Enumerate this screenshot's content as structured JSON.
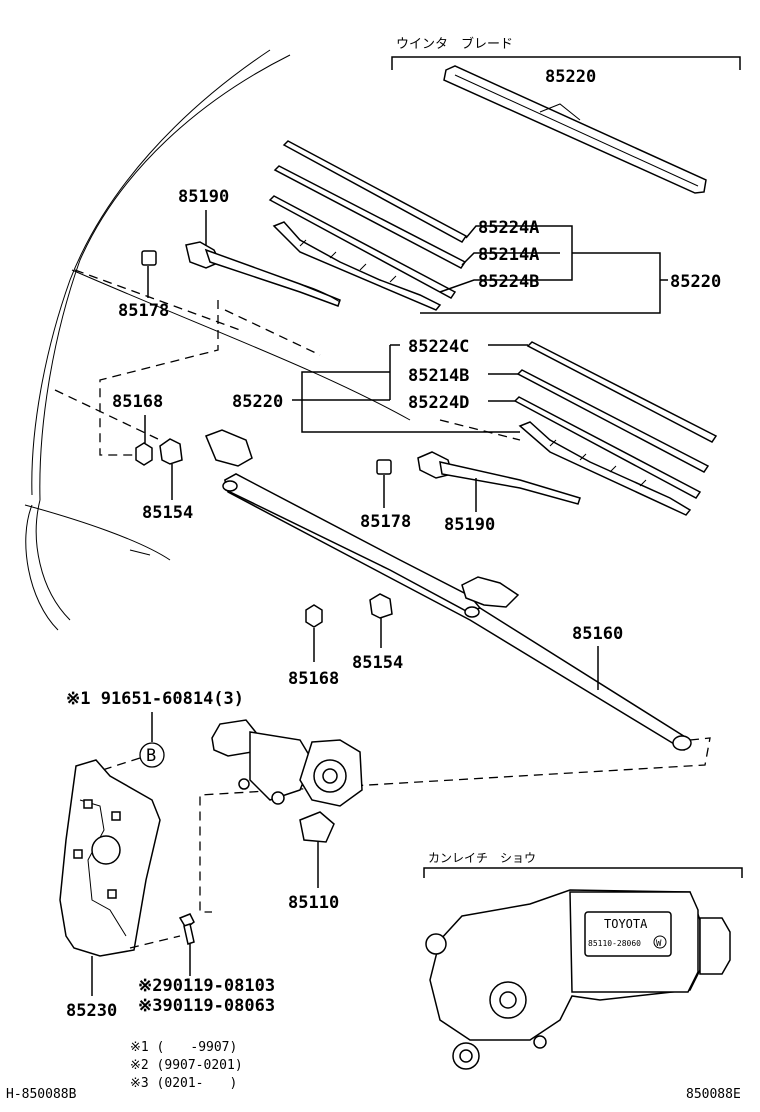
{
  "labels": {
    "blade_header": "ウインタ　ブレード",
    "blade_85220_top": "85220",
    "p85190_left": "85190",
    "p85178_left": "85178",
    "p85224A": "85224A",
    "p85214A": "85214A",
    "p85224B": "85224B",
    "p85220_right": "85220",
    "p85224C": "85224C",
    "p85214B": "85214B",
    "p85224D": "85224D",
    "p85220_mid": "85220",
    "p85168_left": "85168",
    "p85154_left": "85154",
    "p85178_right": "85178",
    "p85190_right": "85190",
    "p85168_bottom": "85168",
    "p85154_bottom": "85154",
    "p85160": "85160",
    "bolt_ref": "※1 91651-60814(3)",
    "circle_b": "B",
    "p85110": "85110",
    "p85230": "85230",
    "screw_2": "※290119-08103",
    "screw_3": "※390119-08063",
    "motor_header": "カンレイチ　ショウ",
    "toyota_plate": "TOYOTA",
    "plate_number": "85110-28060",
    "plate_mark": "W"
  },
  "footnotes": {
    "n1": "※1 (　　-9907)",
    "n2": "※2 (9907-0201)",
    "n3": "※3 (0201-　　)"
  },
  "codes": {
    "left": "H-850088B",
    "right": "850088E"
  }
}
